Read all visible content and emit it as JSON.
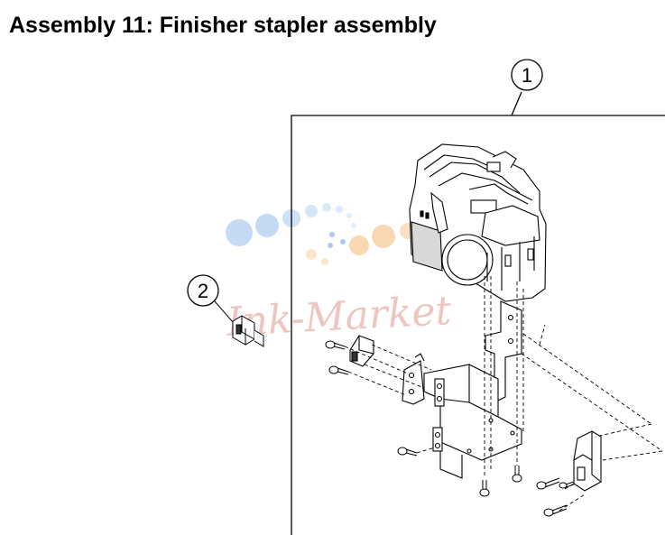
{
  "page": {
    "title": "Assembly 11:  Finisher stapler assembly"
  },
  "callouts": [
    {
      "number": "1",
      "part": "stapler-assembly"
    },
    {
      "number": "2",
      "part": "sensor"
    }
  ],
  "watermark": {
    "text": "Ink-Market",
    "colors": {
      "blue": "#bcd5f2",
      "orange": "#f7d3a6",
      "text": "#e8b8b0"
    }
  },
  "colors": {
    "line": "#000000",
    "part_fill": "#ffffff",
    "shade": "#555555"
  }
}
